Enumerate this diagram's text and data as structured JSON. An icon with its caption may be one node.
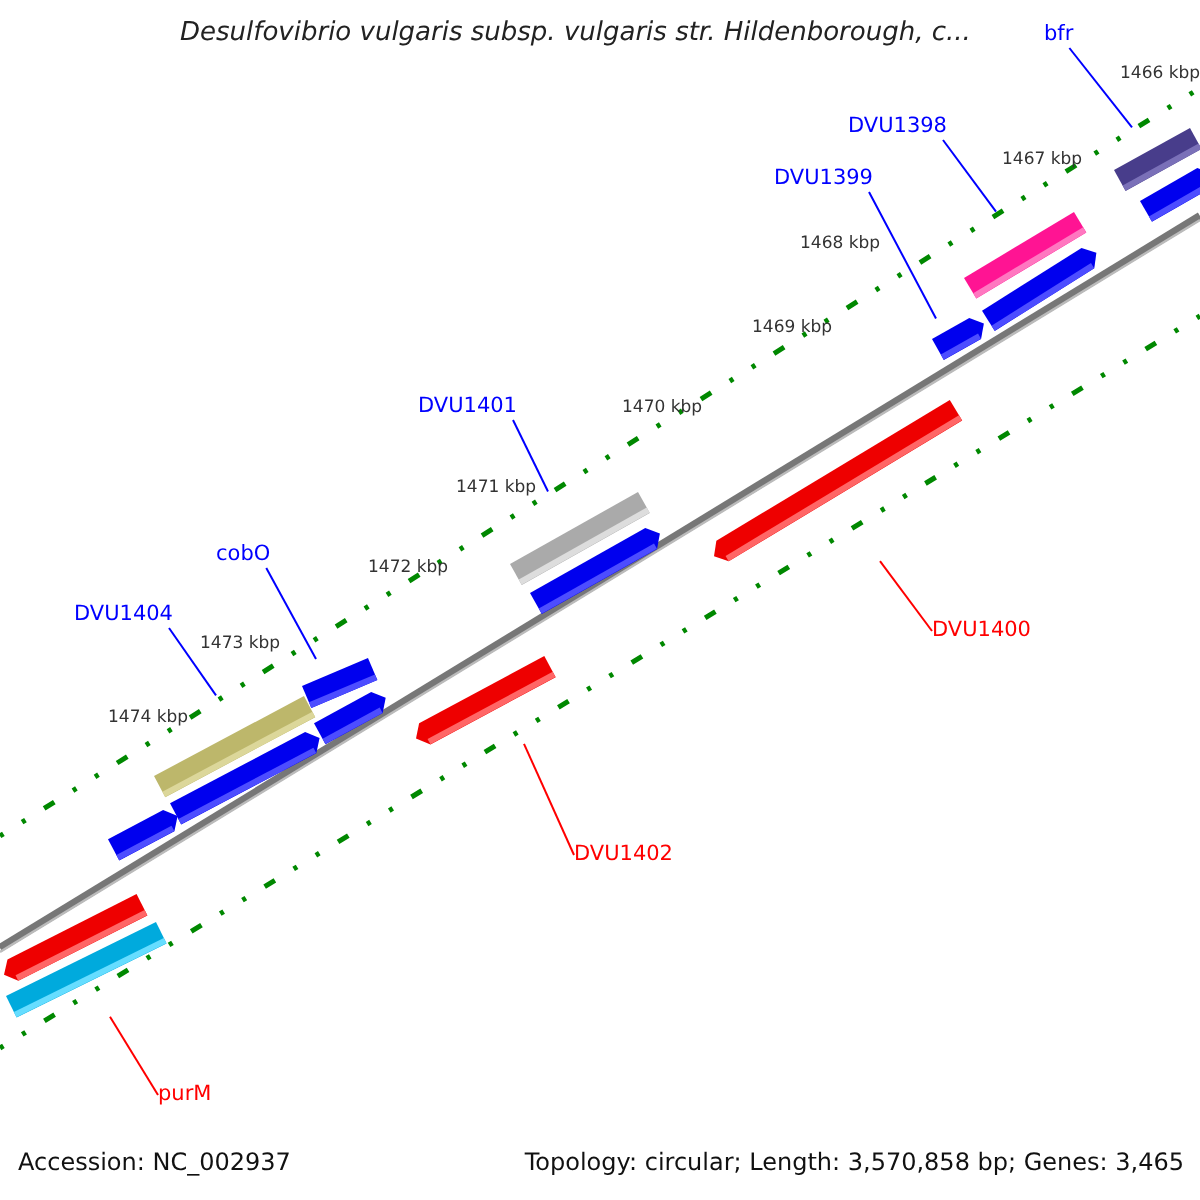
{
  "diagram": {
    "title": "Desulfovibrio vulgaris subsp. vulgaris str. Hildenborough, c...",
    "nodes": [
      {
        "text": [
          "bfr"
        ]
      },
      {
        "text": [
          "DVU1398"
        ]
      },
      {
        "text": [
          "DVU1399"
        ]
      },
      {
        "text": [
          "DVU1401"
        ]
      },
      {
        "text": [
          "cobO"
        ]
      },
      {
        "text": [
          "DVU1404"
        ]
      },
      {
        "text": [
          "DVU1400"
        ]
      },
      {
        "text": [
          "DVU1402"
        ]
      },
      {
        "text": [
          "purM"
        ]
      },
      {
        "text": [],
        "shape": "bar"
      },
      {
        "text": [],
        "shape": "bar"
      },
      {
        "text": [],
        "shape": "bar"
      },
      {
        "text": [],
        "shape": "bar"
      },
      {
        "text": [],
        "shape": "bar"
      },
      {
        "text": [],
        "shape": "bar"
      },
      {
        "text": [],
        "shape": "bar"
      },
      {
        "text": [],
        "shape": "bar"
      },
      {
        "text": [],
        "shape": "bar"
      },
      {
        "text": [],
        "shape": "bar"
      },
      {
        "text": [],
        "shape": "bar"
      },
      {
        "text": [],
        "shape": "bar"
      },
      {
        "text": [],
        "shape": "bar"
      },
      {
        "text": [],
        "shape": "bar"
      },
      {
        "text": [],
        "shape": "bar"
      },
      {
        "text": [],
        "shape": "bar"
      }
    ],
    "edges": [
      {
        "from": 0,
        "to": 9,
        "arrow": "none"
      },
      {
        "from": 1,
        "to": 11,
        "arrow": "none"
      },
      {
        "from": 2,
        "to": 13,
        "arrow": "none"
      },
      {
        "from": 3,
        "to": 15,
        "arrow": "none"
      },
      {
        "from": 4,
        "to": 17,
        "arrow": "none"
      },
      {
        "from": 5,
        "to": 20,
        "arrow": "none"
      },
      {
        "from": 6,
        "to": 14,
        "arrow": "none",
        "color": "#ff0000"
      },
      {
        "from": 7,
        "to": 18,
        "arrow": "none",
        "color": "#ff0000"
      },
      {
        "from": 8,
        "to": 24,
        "arrow": "none",
        "color": "#ff0000"
      }
    ],
    "labels": [
      "1466 kbp",
      "1467 kbp",
      "1468 kbp",
      "1469 kbp",
      "1470 kbp",
      "1471 kbp",
      "1472 kbp",
      "1473 kbp",
      "1474 kbp",
      "Accession: NC_002937",
      "Topology: circular; Length: 3,570,858 bp; Genes: 3,465"
    ]
  }
}
